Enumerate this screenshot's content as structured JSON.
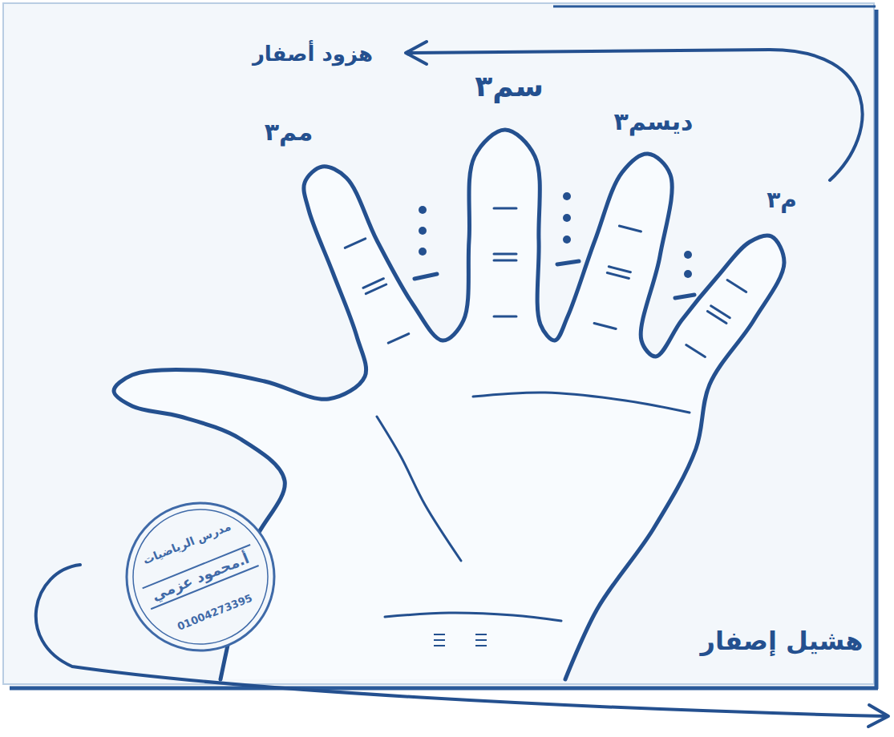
{
  "diagram": {
    "nodes": [
      {
        "text": [
          "مدرس الرياضيات",
          "أ.محمود عزمي",
          "01004273395"
        ]
      }
    ],
    "labels": [
      "هزود أصفار",
      "مم٣",
      "سم٣",
      "ديسم٣",
      "م٣",
      "هشيل إصفار"
    ]
  }
}
